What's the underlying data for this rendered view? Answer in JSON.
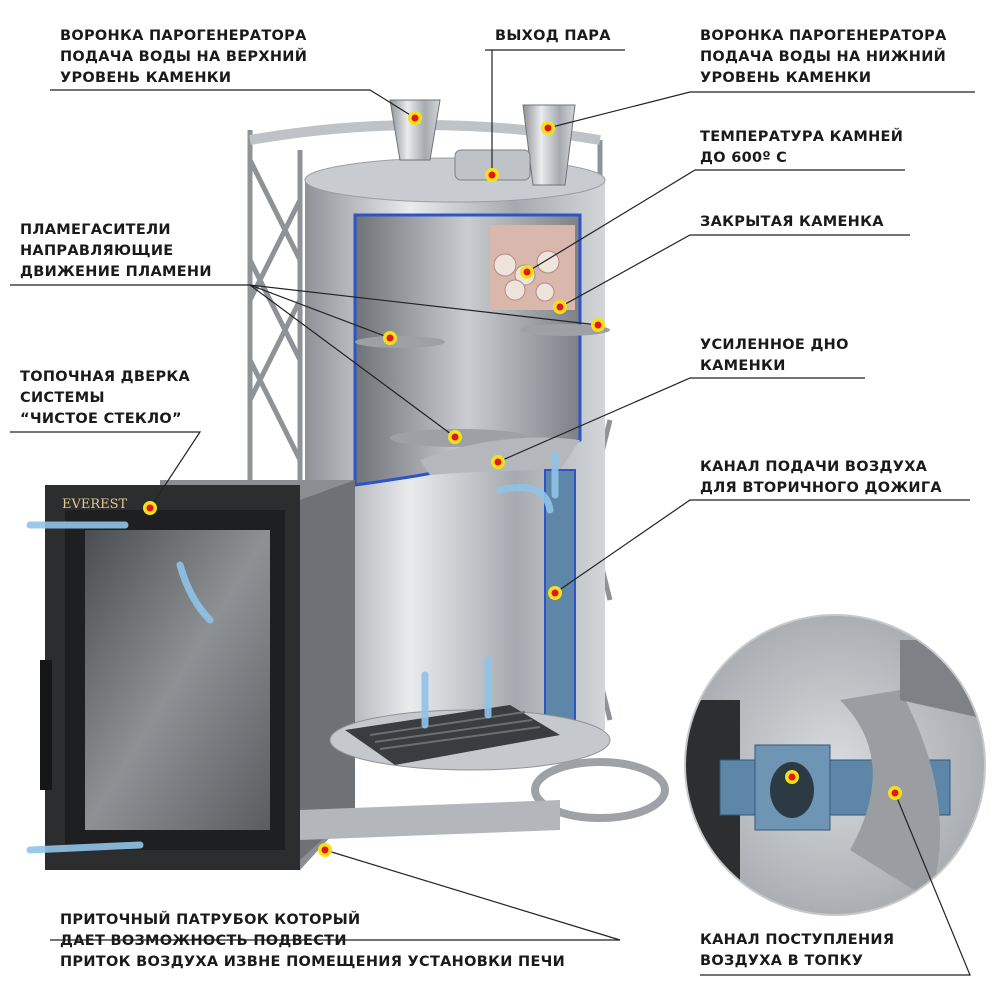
{
  "brand": {
    "logo_text": "EVEREST"
  },
  "labels": {
    "funnel_upper": [
      "ВОРОНКА ПАРОГЕНЕРАТОРА",
      "ПОДАЧА ВОДЫ НА ВЕРХНИЙ",
      "УРОВЕНЬ КАМЕНКИ"
    ],
    "steam_outlet": [
      "ВЫХОД ПАРА"
    ],
    "funnel_lower": [
      "ВОРОНКА ПАРОГЕНЕРАТОРА",
      "ПОДАЧА ВОДЫ НА НИЖНИЙ",
      "УРОВЕНЬ КАМЕНКИ"
    ],
    "stone_temp": [
      "ТЕМПЕРАТУРА КАМНЕЙ",
      "ДО 600º С"
    ],
    "closed_heater": [
      "ЗАКРЫТАЯ КАМЕНКА"
    ],
    "flame_dampers": [
      "ПЛАМЕГАСИТЕЛИ",
      "НАПРАВЛЯЮЩИЕ",
      "ДВИЖЕНИЕ ПЛАМЕНИ"
    ],
    "firebox_door": [
      "ТОПОЧНАЯ ДВЕРКА",
      "СИСТЕМЫ",
      "“ЧИСТОЕ СТЕКЛО”"
    ],
    "reinforced_bottom": [
      "УСИЛЕННОЕ ДНО",
      "КАМЕНКИ"
    ],
    "secondary_air": [
      "КАНАЛ ПОДАЧИ ВОЗДУХА",
      "ДЛЯ ВТОРИЧНОГО ДОЖИГА"
    ],
    "inlet_pipe": [
      "ПРИТОЧНЫЙ ПАТРУБОК КОТОРЫЙ",
      "ДАЕТ ВОЗМОЖНОСТЬ ПОДВЕСТИ",
      "ПРИТОК ВОЗДУХА ИЗВНЕ ПОМЕЩЕНИЯ УСТАНОВКИ ПЕЧИ"
    ],
    "firebox_air": [
      "КАНАЛ ПОСТУПЛЕНИЯ",
      "ВОЗДУХА В ТОПКУ"
    ]
  },
  "colors": {
    "marker_core": "#e8141c",
    "marker_ring": "#f5e11a",
    "steel": "#b9bcc0",
    "channel_blue": "#5d86a8",
    "airflow": "#8fc3e8",
    "text": "#1a1a1a"
  }
}
